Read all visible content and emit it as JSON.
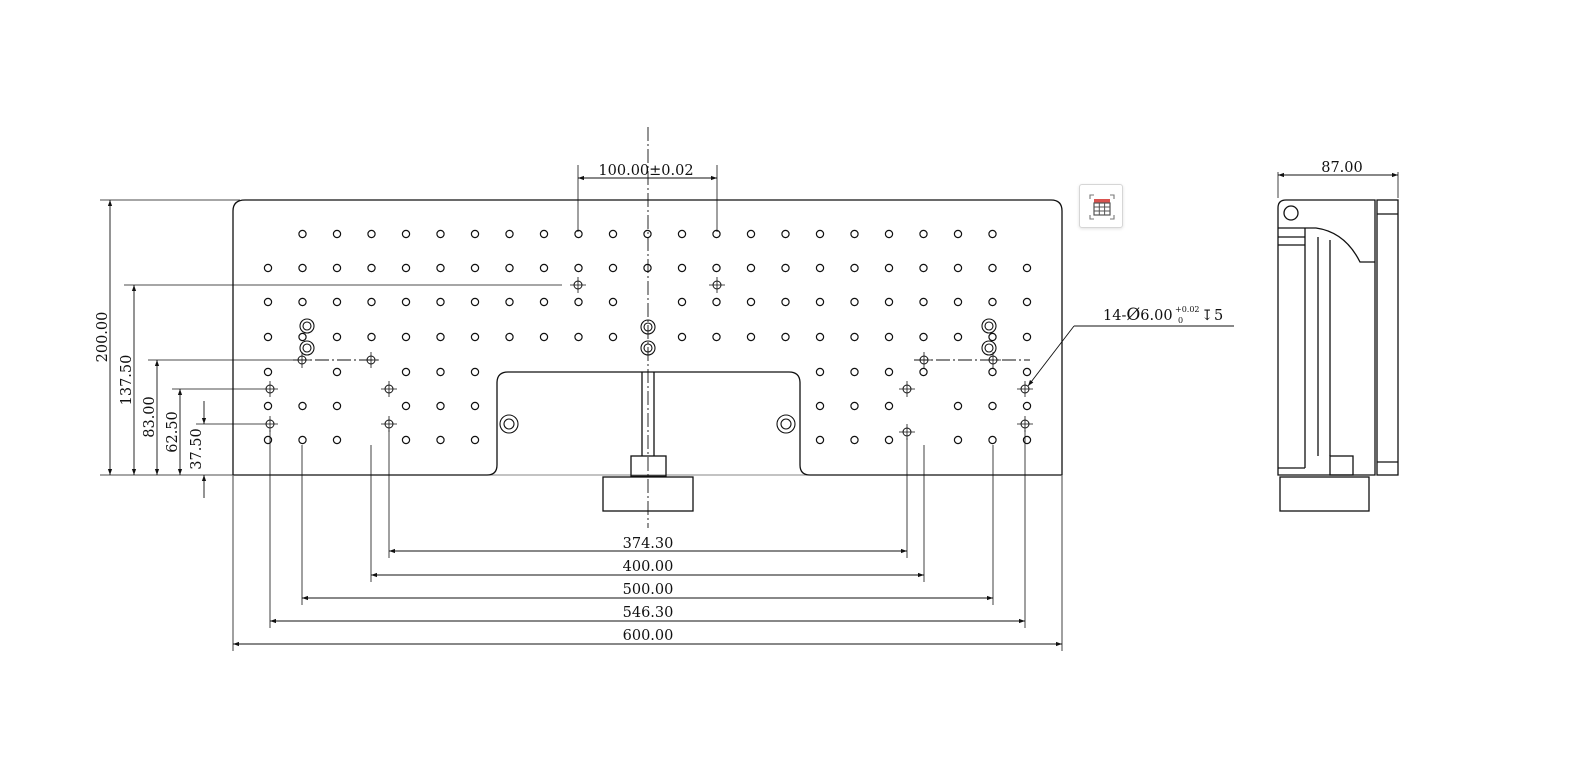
{
  "drawing": {
    "front_view": {
      "dims": {
        "center_spacing": "100.00±0.02",
        "width_374": "374.30",
        "width_400": "400.00",
        "width_500": "500.00",
        "width_546": "546.30",
        "width_600": "600.00",
        "height_200": "200.00",
        "height_137": "137.50",
        "height_83": "83.00",
        "height_62": "62.50",
        "height_37": "37.50"
      },
      "hole_callout": {
        "prefix": "14-",
        "diameter_symbol": "Ø",
        "size": "6.00",
        "tol_upper": "+0.02",
        "tol_lower": "0",
        "depth_symbol": "↧",
        "depth": "5"
      }
    },
    "side_view": {
      "dims": {
        "width_87": "87.00"
      }
    }
  },
  "toolbar": {
    "table_icon": "table-icon",
    "accent_color": "#d9534f"
  }
}
